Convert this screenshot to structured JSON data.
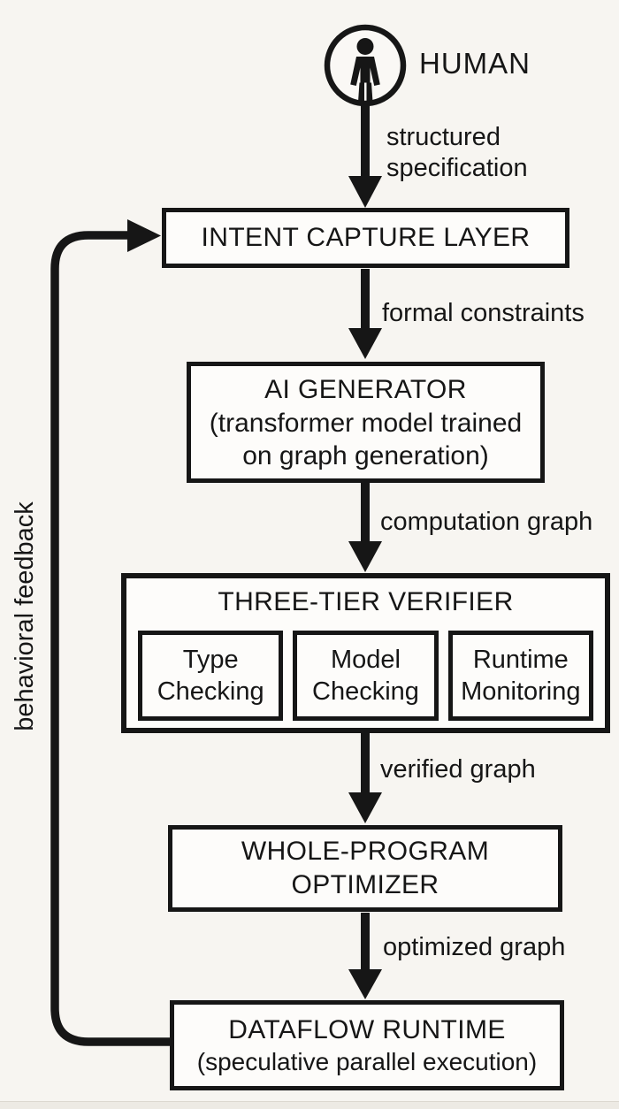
{
  "colors": {
    "ink": "#161616",
    "box_bg": "#fdfcfa",
    "page_bg": "#f7f5f1"
  },
  "human": {
    "label": "HUMAN",
    "icon": "person-in-circle-icon"
  },
  "nodes": {
    "intent": {
      "title": "INTENT CAPTURE LAYER"
    },
    "ai_generator": {
      "title": "AI GENERATOR",
      "sub1": "(transformer model trained",
      "sub2": "on graph generation)"
    },
    "verifier": {
      "title": "THREE-TIER VERIFIER",
      "tiers": [
        {
          "line1": "Type",
          "line2": "Checking"
        },
        {
          "line1": "Model",
          "line2": "Checking"
        },
        {
          "line1": "Runtime",
          "line2": "Monitoring"
        }
      ]
    },
    "optimizer": {
      "line1": "WHOLE-PROGRAM",
      "line2": "OPTIMIZER"
    },
    "runtime": {
      "title": "DATAFLOW RUNTIME",
      "subtitle": "(speculative parallel execution)"
    }
  },
  "edge_labels": {
    "human_to_intent": "structured specification",
    "intent_to_generator": "formal constraints",
    "generator_to_verifier": "computation graph",
    "verifier_to_optimizer": "verified graph",
    "optimizer_to_runtime": "optimized graph",
    "runtime_to_intent": "behavioral feedback"
  }
}
